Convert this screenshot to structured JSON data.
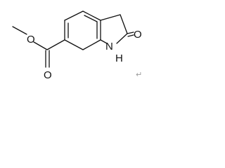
{
  "molecule": {
    "atoms": {
      "oxo_oxygen": "O",
      "ring_nitrogen": "N",
      "nitrogen_hydrogen": "H",
      "carbonyl_oxygen": "O",
      "ester_oxygen": "O"
    },
    "return_mark": "↵"
  }
}
